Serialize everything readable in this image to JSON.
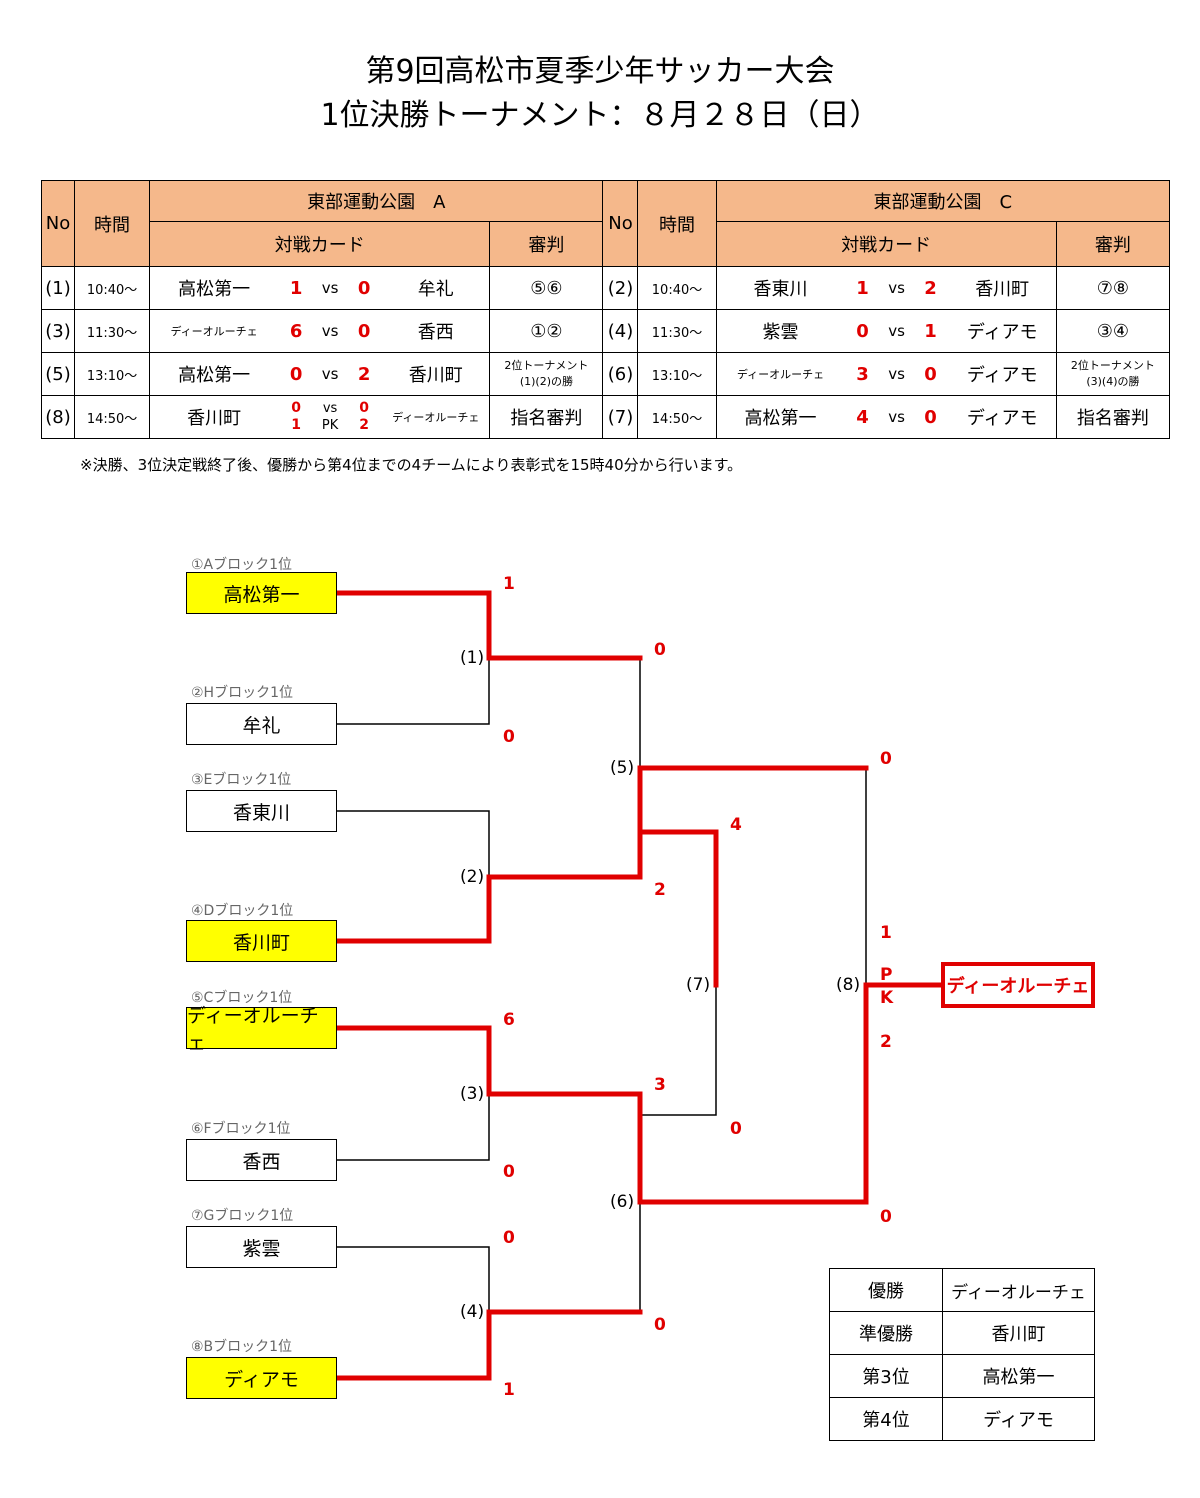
{
  "title_line1": "第9回高松市夏季少年サッカー大会",
  "title_line2": "1位決勝トーナメント：８月２８日（日）",
  "schedule": {
    "headers": {
      "no": "No",
      "time": "時間",
      "card": "対戦カード",
      "referee": "審判"
    },
    "venue_a": "東部運動公園　A",
    "venue_c": "東部運動公園　C",
    "vs": "vs",
    "pk": "PK",
    "rows": [
      {
        "left": {
          "no": "(1)",
          "time": "10:40～",
          "team1": "高松第一",
          "score1": "1",
          "score2": "0",
          "team2": "牟礼",
          "ref": "⑤⑥"
        },
        "right": {
          "no": "(2)",
          "time": "10:40～",
          "team1": "香東川",
          "score1": "1",
          "score2": "2",
          "team2": "香川町",
          "ref": "⑦⑧"
        }
      },
      {
        "left": {
          "no": "(3)",
          "time": "11:30～",
          "team1": "ディーオルーチェ",
          "score1": "6",
          "score2": "0",
          "team2": "香西",
          "ref": "①②"
        },
        "right": {
          "no": "(4)",
          "time": "11:30～",
          "team1": "紫雲",
          "score1": "0",
          "score2": "1",
          "team2": "ディアモ",
          "ref": "③④"
        }
      },
      {
        "left": {
          "no": "(5)",
          "time": "13:10～",
          "team1": "高松第一",
          "score1": "0",
          "score2": "2",
          "team2": "香川町",
          "ref_line1": "2位トーナメント",
          "ref_line2": "(1)(2)の勝"
        },
        "right": {
          "no": "(6)",
          "time": "13:10～",
          "team1": "ディーオルーチェ",
          "score1": "3",
          "score2": "0",
          "team2": "ディアモ",
          "ref_line1": "2位トーナメント",
          "ref_line2": "(3)(4)の勝"
        }
      },
      {
        "left": {
          "no": "(8)",
          "time": "14:50～",
          "team1": "香川町",
          "score1": "0",
          "score2": "0",
          "pk1": "1",
          "pk2": "2",
          "team2": "ディーオルーチェ",
          "ref": "指名審判"
        },
        "right": {
          "no": "(7)",
          "time": "14:50～",
          "team1": "高松第一",
          "score1": "4",
          "score2": "0",
          "team2": "ディアモ",
          "ref": "指名審判"
        }
      }
    ]
  },
  "note": "※決勝、3位決定戦終了後、優勝から第4位までの4チームにより表彰式を15時40分から行います。",
  "bracket": {
    "teams": [
      {
        "caption": "①Aブロック1位",
        "name": "高松第一",
        "winner": true
      },
      {
        "caption": "②Hブロック1位",
        "name": "牟礼",
        "winner": false
      },
      {
        "caption": "③Eブロック1位",
        "name": "香東川",
        "winner": false
      },
      {
        "caption": "④Dブロック1位",
        "name": "香川町",
        "winner": true
      },
      {
        "caption": "⑤Cブロック1位",
        "name": "ディーオルーチェ",
        "winner": true
      },
      {
        "caption": "⑥Fブロック1位",
        "name": "香西",
        "winner": false
      },
      {
        "caption": "⑦Gブロック1位",
        "name": "紫雲",
        "winner": false
      },
      {
        "caption": "⑧Bブロック1位",
        "name": "ディアモ",
        "winner": true
      }
    ],
    "match_labels": [
      "(1)",
      "(2)",
      "(3)",
      "(4)",
      "(5)",
      "(6)",
      "(7)",
      "(8)"
    ],
    "scores": {
      "m1_top": "1",
      "m1_bot": "0",
      "m2_top": "",
      "m2_bot": "",
      "m3_top": "6",
      "m3_bot": "0",
      "m4_top": "0",
      "m4_bot": "1",
      "m5_top": "0",
      "m5_bot": "2",
      "m6_top": "3",
      "m6_bot": "0",
      "m7_top": "4",
      "m7_bot": "0",
      "m8_top": "0",
      "m8_pk_top": "1",
      "m8_pk_p": "P",
      "m8_pk_k": "K",
      "m8_pk_bot": "2",
      "m8_bot": "0"
    },
    "champion": "ディーオルーチェ"
  },
  "results": [
    {
      "rank": "優勝",
      "team": "ディーオルーチェ"
    },
    {
      "rank": "準優勝",
      "team": "香川町"
    },
    {
      "rank": "第3位",
      "team": "高松第一"
    },
    {
      "rank": "第4位",
      "team": "ディアモ"
    }
  ],
  "colors": {
    "win_line": "#e00000",
    "lose_line": "#000000",
    "header_bg": "#f5b88b",
    "winner_bg": "#ffff00"
  }
}
